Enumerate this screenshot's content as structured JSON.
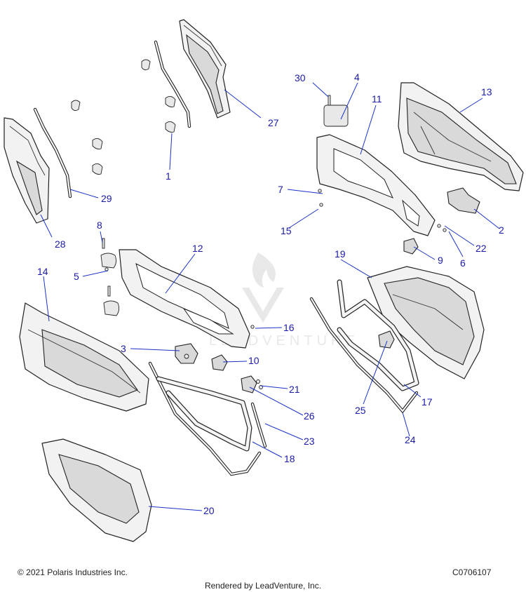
{
  "callouts": {
    "c1": "1",
    "c2": "2",
    "c3": "3",
    "c4": "4",
    "c5": "5",
    "c6": "6",
    "c7": "7",
    "c8": "8",
    "c9": "9",
    "c10": "10",
    "c11": "11",
    "c12": "12",
    "c13": "13",
    "c14": "14",
    "c15": "15",
    "c16": "16",
    "c17": "17",
    "c18": "18",
    "c19": "19",
    "c20": "20",
    "c21": "21",
    "c22": "22",
    "c23": "23",
    "c24": "24",
    "c25": "25",
    "c26": "26",
    "c27": "27",
    "c28": "28",
    "c29": "29",
    "c30": "30"
  },
  "footer": {
    "copyright": "© 2021 Polaris Industries Inc.",
    "diagram_code": "C0706107",
    "rendered_by": "Rendered by LeadVenture, Inc."
  },
  "watermark": {
    "text": "LEADVENTURE",
    "color": "#d7d7d7"
  },
  "colors": {
    "callout": "#1a1aa8",
    "leader": "#1a32c8",
    "line_art": "#222222"
  }
}
